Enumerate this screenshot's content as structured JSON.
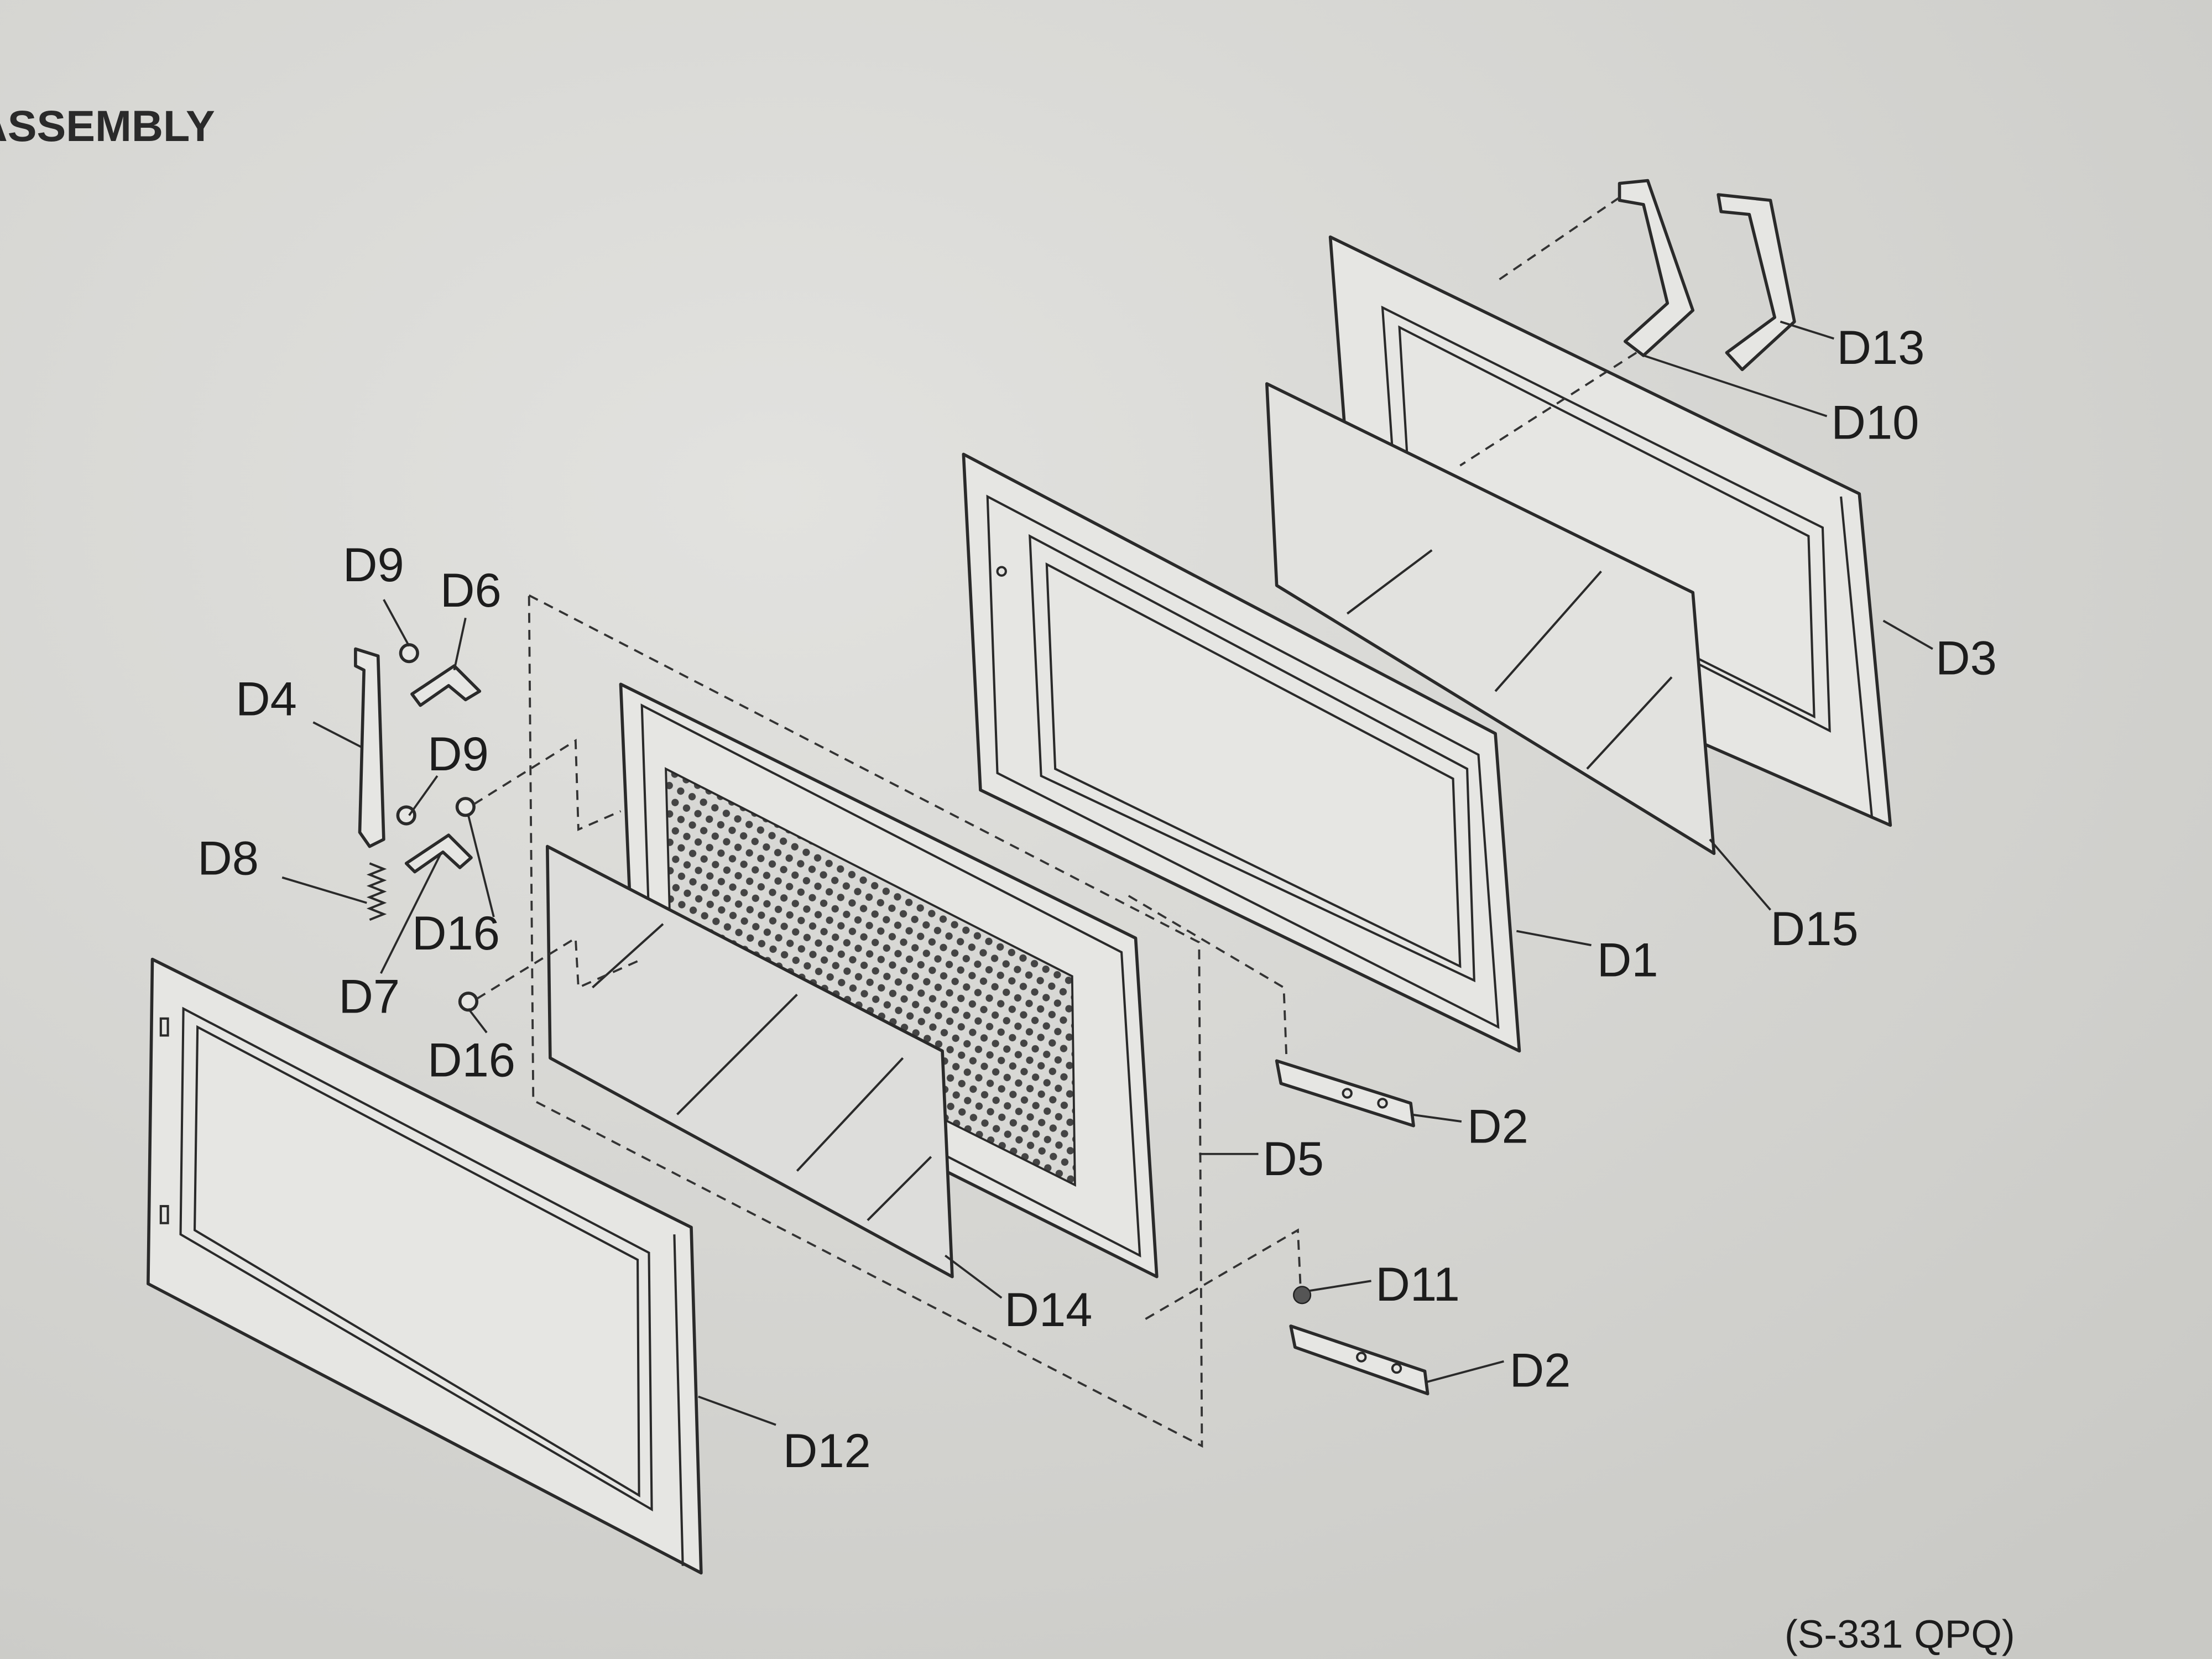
{
  "title": "ASSEMBLY",
  "model_code": "(S-331 QPQ)",
  "labels": {
    "d1": "D1",
    "d2a": "D2",
    "d2b": "D2",
    "d3": "D3",
    "d4": "D4",
    "d5": "D5",
    "d6": "D6",
    "d7": "D7",
    "d8": "D8",
    "d9a": "D9",
    "d9b": "D9",
    "d10": "D10",
    "d11": "D11",
    "d12": "D12",
    "d13": "D13",
    "d14": "D14",
    "d15": "D15",
    "d16a": "D16",
    "d16b": "D16"
  },
  "colors": {
    "paper": "#d6d6d3",
    "ink": "#2a2a2a"
  }
}
